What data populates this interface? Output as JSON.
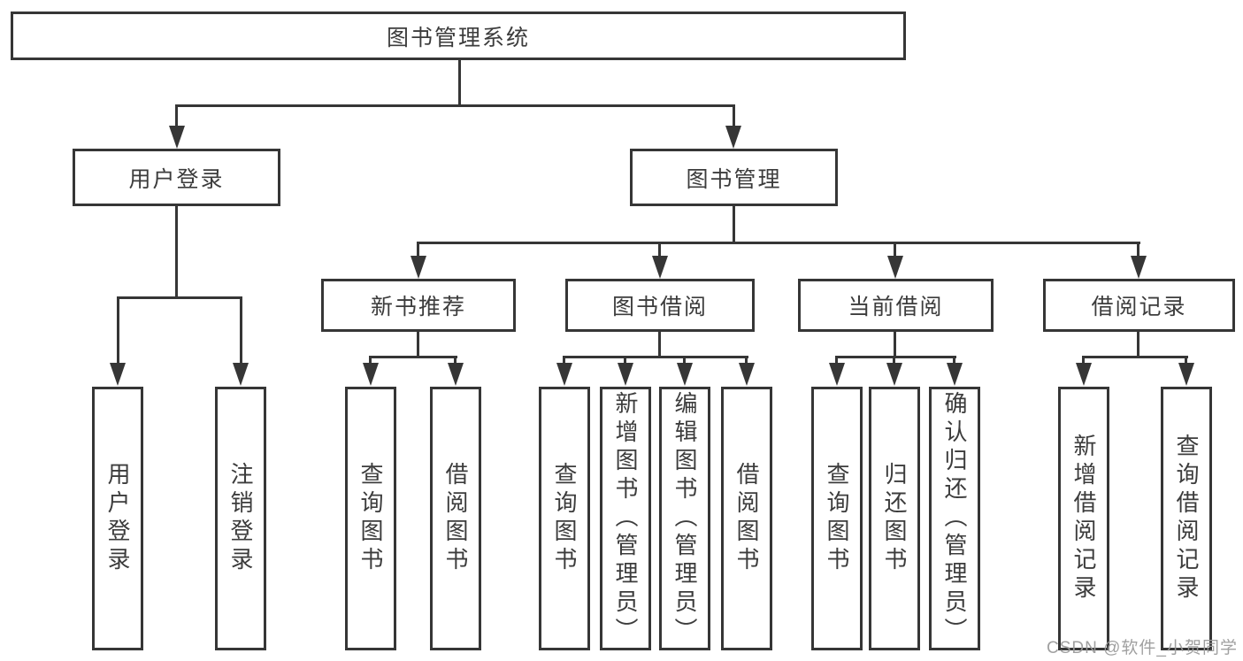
{
  "diagram": {
    "root": "图书管理系统",
    "login": {
      "label": "用户登录",
      "children": [
        "用户登录",
        "注销登录"
      ]
    },
    "management": {
      "label": "图书管理",
      "groups": [
        {
          "label": "新书推荐",
          "children": [
            "查询图书",
            "借阅图书"
          ]
        },
        {
          "label": "图书借阅",
          "children": [
            "查询图书",
            "新增图书（管理员）",
            "编辑图书（管理员）",
            "借阅图书"
          ]
        },
        {
          "label": "当前借阅",
          "children": [
            "查询图书",
            "归还图书",
            "确认归还（管理员）"
          ]
        },
        {
          "label": "借阅记录",
          "children": [
            "新增借阅记录",
            "查询借阅记录"
          ]
        }
      ]
    }
  },
  "watermark": {
    "text": "CSDN @软件_小贺同学"
  },
  "colors": {
    "line": "#363636",
    "text": "#3c3c3c",
    "background": "#ffffff",
    "watermark": "#9b9b9b"
  }
}
